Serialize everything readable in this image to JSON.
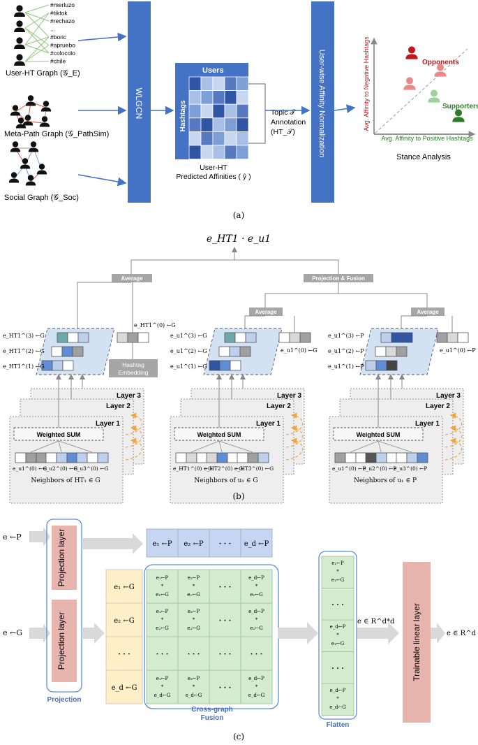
{
  "panel_a": {
    "caption": "(a)",
    "user_ht_graph": {
      "label": "User-HT Graph (𝒢_E)",
      "hashtags": [
        "#merluzo",
        "#tiktok",
        "#rechazo",
        "...",
        "#boric",
        "#apruebo",
        "#colocolo",
        "#chile"
      ]
    },
    "meta_path_graph": {
      "label": "Meta-Path Graph (𝒢_PathSim)"
    },
    "social_graph": {
      "label": "Social Graph (𝒢_Soc)"
    },
    "wlgcn_label": "WLGCN",
    "matrix": {
      "users_label": "Users",
      "hashtags_label": "Hashtags",
      "caption_line1": "User-HT",
      "caption_line2": "Predicted Affinities ( ŷ )"
    },
    "topic_annotation": [
      "Topic 𝒯",
      "Annotation",
      "(HT_𝒯)"
    ],
    "normalization_label": "User-wise Affinity Normalization",
    "stance": {
      "y_axis": "Avg. Affinity to Negative Hashtags",
      "x_axis": "Avg. Affinity to Positive Hashtags",
      "opponents": "Opponents",
      "supporters": "Supporters",
      "caption": "Stance Analysis",
      "colors": {
        "opponent_dark": "#c0161c",
        "opponent_light": "#e88a8a",
        "supporter_light": "#9fd29a",
        "supporter_dark": "#2f7a2a"
      }
    }
  },
  "panel_b": {
    "caption": "(b)",
    "top_formula": "e_HT1 · e_u1",
    "average_label": "Average",
    "projection_fusion_label": "Projection & Fusion",
    "hashtag_embedding": [
      "Hashtag",
      "Embedding"
    ],
    "layer_labels": [
      "Layer 3",
      "Layer 2",
      "Layer 1"
    ],
    "weighted_sum": "Weighted SUM",
    "left": {
      "layer_emb": [
        "e_HT1^(3) ←G",
        "e_HT1^(2) ←G",
        "e_HT1^(1) ←G"
      ],
      "zero_emb": "e_HT1^(0) ←G",
      "neighbors": [
        "e_u1^(0) ←G",
        "e_u2^(0) ←G",
        "e_u3^(0) ←G"
      ],
      "footer": "Neighbors of HT₁ ∈ G"
    },
    "middle": {
      "layer_emb": [
        "e_u1^(3) ←G",
        "e_u1^(2) ←G",
        "e_u1^(1) ←G"
      ],
      "zero_emb": "e_u1^(0) ←G",
      "neighbors": [
        "e_HT1^(0) ←G",
        "e_HT2^(0) ←G",
        "e_HT3^(0) ←G"
      ],
      "footer": "Neighbors of u₁ ∈ G"
    },
    "right": {
      "layer_emb": [
        "e_u1^(3) ←P",
        "e_u1^(2) ←P",
        "e_u1^(1) ←P"
      ],
      "zero_emb": "e_u1^(0) ←P",
      "neighbors": [
        "e_u1^(0) ←P",
        "e_u2^(0) ←P",
        "e_u3^(0) ←P"
      ],
      "footer": "Neighbors of u₁ ∈ P"
    }
  },
  "panel_c": {
    "caption": "(c)",
    "input_p": "e ←P",
    "input_g": "e ←G",
    "projection_layer": "Projection layer",
    "projection_caption": "Projection",
    "p_row": [
      "e₁ ←P",
      "e₂ ←P",
      "· · ·",
      "e_d ←P"
    ],
    "g_col": [
      "e₁ ←G",
      "e₂ ←G",
      "· · ·",
      "e_d ←G"
    ],
    "cross_graph_caption": [
      "Cross-graph",
      "Fusion"
    ],
    "flatten_caption": "Flatten",
    "flatten_items": [
      [
        "e₁←P",
        "*",
        "e₁←G"
      ],
      [
        "· · ·"
      ],
      [
        "e_d←P",
        "*",
        "e₁←G"
      ],
      [
        "· · ·"
      ],
      [
        "e_d←P",
        "*",
        "e_d←G"
      ]
    ],
    "dim_label_in": "e ∈ R^d*d",
    "trainable": "Trainable linear layer",
    "dim_label_out": "e ∈ R^d",
    "cells": [
      [
        [
          "e₁←P",
          "*",
          "e₁←G"
        ],
        [
          "e₂←P",
          "*",
          "e₁←G"
        ],
        [
          "· · ·"
        ],
        [
          "e_d←P",
          "*",
          "e₁←G"
        ]
      ],
      [
        [
          "e₁←P",
          "*",
          "e₂←G"
        ],
        [
          "e₂←P",
          "*",
          "e₂←G"
        ],
        [
          "· · ·"
        ],
        [
          "e_d←P",
          "*",
          "e₂←G"
        ]
      ],
      [
        [
          "· · ·"
        ],
        [
          "· · ·"
        ],
        [
          "· · ·"
        ],
        [
          "· · ·"
        ]
      ],
      [
        [
          "e₁←P",
          "*",
          "e_d←G"
        ],
        [
          "e₂←P",
          "*",
          "e_d←G"
        ],
        [
          "· · ·"
        ],
        [
          "e_d←P",
          "*",
          "e_d←G"
        ]
      ]
    ]
  }
}
